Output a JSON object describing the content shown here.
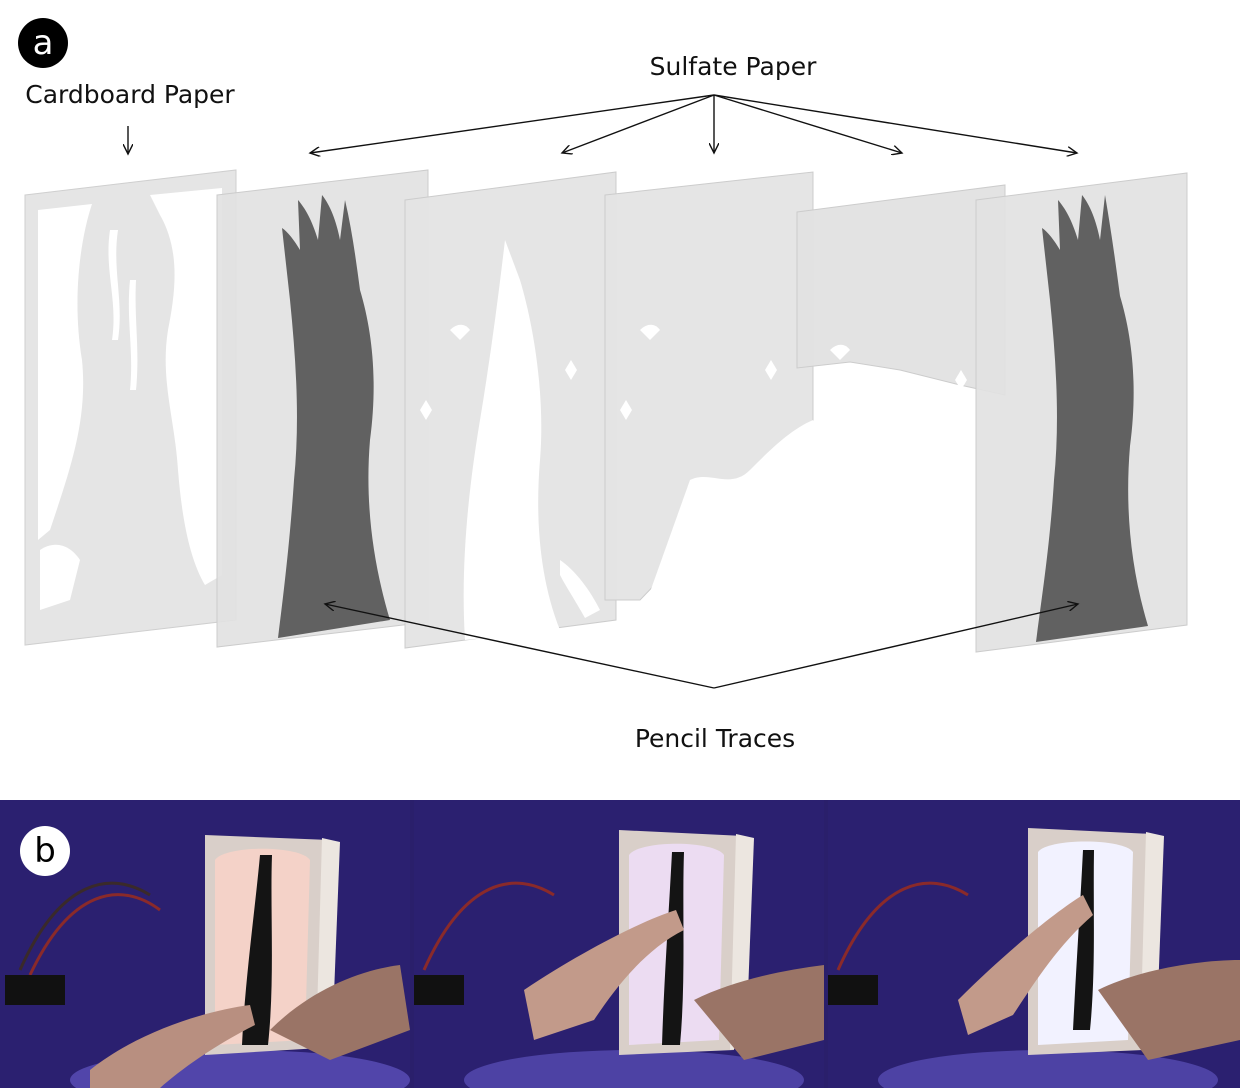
{
  "panel_a": {
    "badge": "a",
    "label_cardboard": "Cardboard Paper",
    "label_sulfate": "Sulfate Paper",
    "label_pencil": "Pencil Traces"
  },
  "panel_b": {
    "badge": "b"
  },
  "colors": {
    "cardboard": "#e6e6e6",
    "sulfate": "#e3e3e3",
    "pencil_trace": "#5f5f5f",
    "photo_background": "#2a1f6b"
  }
}
